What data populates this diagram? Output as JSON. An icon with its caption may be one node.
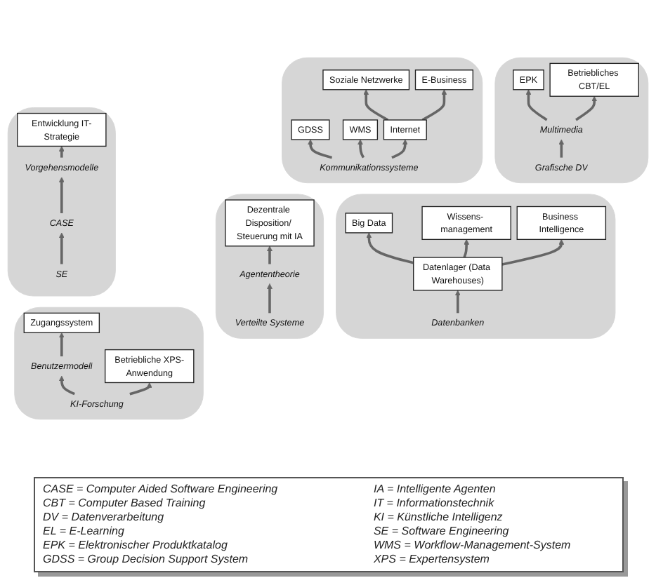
{
  "diagram": {
    "nodes": [
      {
        "text": [],
        "shape": "cloud"
      },
      {
        "text": [
          "EPK"
        ],
        "in": 0
      },
      {
        "text": [
          "Betriebliches CBT/EL"
        ],
        "in": 0
      },
      {
        "text": [
          "Multimedia"
        ],
        "in": 0
      },
      {
        "text": [
          "Grafische DV"
        ],
        "in": 0
      },
      {
        "text": [],
        "shape": "cloud"
      },
      {
        "text": [
          "Soziale Netzwerke"
        ],
        "in": 5
      },
      {
        "text": [
          "E-Business"
        ],
        "in": 5
      },
      {
        "text": [
          "GDSS"
        ],
        "in": 5
      },
      {
        "text": [
          "WMS"
        ],
        "in": 5
      },
      {
        "text": [
          "Internet"
        ],
        "in": 5
      },
      {
        "text": [
          "Kommunikationssysteme"
        ],
        "in": 5
      },
      {
        "text": [],
        "shape": "cloud"
      },
      {
        "text": [
          "Dezentrale Disposition/ Steuerung mit IA"
        ],
        "in": 12
      },
      {
        "text": [
          "Agententheorie"
        ],
        "in": 12
      },
      {
        "text": [
          "Verteilte Systeme"
        ],
        "in": 12
      },
      {
        "text": [],
        "shape": "cloud"
      },
      {
        "text": [
          "Business Intelligence"
        ],
        "in": 16
      },
      {
        "text": [
          "Wissens- management"
        ],
        "in": 16
      },
      {
        "text": [
          "Big Data"
        ],
        "in": 16
      },
      {
        "text": [
          "Datenlager (Data Warehouses)"
        ],
        "in": 16
      },
      {
        "text": [
          "Datenbanken"
        ],
        "in": 16
      },
      {
        "text": [],
        "shape": "cloud"
      },
      {
        "text": [
          "Entwicklung IT-Strategie"
        ],
        "in": 22
      },
      {
        "text": [
          "Vorgehensmodelle"
        ],
        "in": 22
      },
      {
        "text": [
          "CASE"
        ],
        "in": 22
      },
      {
        "text": [
          "SE"
        ],
        "in": 22
      },
      {
        "text": [],
        "shape": "cloud"
      },
      {
        "text": [
          "Betriebliche XPS-Anwendung"
        ],
        "in": 27
      },
      {
        "text": [
          "Zugangssystem"
        ],
        "in": 27
      },
      {
        "text": [
          "KI-Forschung"
        ],
        "in": 27
      },
      {
        "text": [
          "Benutzermodell"
        ],
        "in": 27
      }
    ],
    "edges": [
      {
        "from": 3,
        "to": 1,
        "arrow": "to"
      },
      {
        "from": 3,
        "to": 2,
        "arrow": "to"
      },
      {
        "from": 4,
        "to": 3,
        "arrow": "to"
      },
      {
        "from": 10,
        "to": 6,
        "arrow": "to"
      },
      {
        "from": 10,
        "to": 7,
        "arrow": "to"
      },
      {
        "from": 11,
        "to": 8,
        "arrow": "to"
      },
      {
        "from": 11,
        "to": 9,
        "arrow": "to"
      },
      {
        "from": 11,
        "to": 10,
        "arrow": "to"
      },
      {
        "from": 14,
        "to": 13,
        "arrow": "to"
      },
      {
        "from": 15,
        "to": 14,
        "arrow": "to"
      },
      {
        "from": 20,
        "to": 17,
        "arrow": "to"
      },
      {
        "from": 20,
        "to": 18,
        "arrow": "to"
      },
      {
        "from": 20,
        "to": 19,
        "arrow": "to"
      },
      {
        "from": 21,
        "to": 20,
        "arrow": "to"
      },
      {
        "from": 24,
        "to": 23,
        "arrow": "to"
      },
      {
        "from": 25,
        "to": 24,
        "arrow": "to"
      },
      {
        "from": 26,
        "to": 25,
        "arrow": "to"
      },
      {
        "from": 30,
        "to": 28,
        "arrow": "to"
      },
      {
        "from": 30,
        "to": 31,
        "arrow": "to"
      },
      {
        "from": 31,
        "to": 29,
        "arrow": "to"
      }
    ],
    "labels": [
      "CASE = Computer Aided Software Engineering",
      "IA = Intelligente Agenten",
      "CBT = Computer Based Training",
      "IT = Informationstechnik",
      "DV = Datenverarbeitung",
      "KI = Künstliche Intelligenz",
      "EL = E-Learning",
      "SE = Software Engineering",
      "EPK = Elektronischer Produktkatalog",
      "WMS = Workflow-Management-System",
      "GDSS = Group Decision Support System",
      "XPS = Expertensystem"
    ]
  }
}
